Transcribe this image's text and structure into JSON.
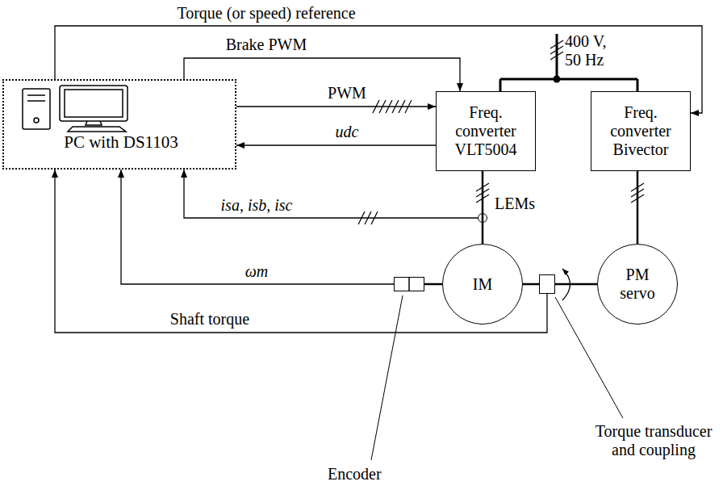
{
  "diagram": {
    "nodes": [
      {
        "text": [
          "PC with DS1103"
        ]
      },
      {
        "text": [
          "Freq. converter VLT5004"
        ]
      },
      {
        "text": [
          "Freq. converter Bivector"
        ]
      },
      {
        "text": [
          "LEMs"
        ]
      },
      {
        "text": [
          "IM"
        ]
      },
      {
        "text": [
          "PM servo"
        ]
      },
      {
        "text": [
          "Encoder"
        ]
      },
      {
        "text": [
          "Torque transducer and coupling"
        ]
      }
    ],
    "edges": [
      {
        "from": 0,
        "to": 2,
        "arrow": "to",
        "label": "Torque (or speed) reference"
      },
      {
        "from": 0,
        "to": 1,
        "arrow": "to",
        "label": "Brake PWM"
      },
      {
        "from": 0,
        "to": 1,
        "arrow": "to",
        "label": "PWM"
      },
      {
        "from": 1,
        "to": 0,
        "arrow": "to",
        "label": "udc"
      },
      {
        "from": 3,
        "to": 0,
        "arrow": "to",
        "label": "isa, isb, isc"
      },
      {
        "from": 6,
        "to": 0,
        "arrow": "to",
        "label": "ωm"
      },
      {
        "from": 7,
        "to": 0,
        "arrow": "to",
        "label": "Shaft torque"
      },
      {
        "from": 1,
        "to": 4,
        "arrow": "none"
      },
      {
        "from": 2,
        "to": 5,
        "arrow": "none"
      },
      {
        "from": 6,
        "to": 4,
        "arrow": "none"
      },
      {
        "from": 4,
        "to": 7,
        "arrow": "none"
      },
      {
        "from": 7,
        "to": 5,
        "arrow": "none"
      }
    ],
    "labels": [
      "400 V, 50 Hz"
    ]
  }
}
